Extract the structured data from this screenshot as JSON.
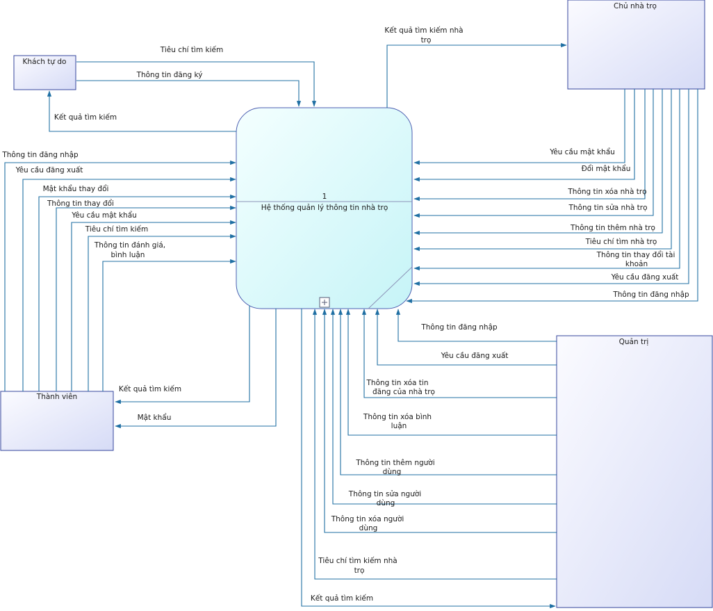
{
  "entities": {
    "khach": "Khách tự do",
    "chu": "Chủ nhà trọ",
    "thanhvien": "Thành viên",
    "quantri": "Quản trị"
  },
  "process": {
    "number": "1",
    "name": "Hệ thống quản lý thông tin nhà trọ"
  },
  "flows": {
    "khach_tieuchi": "Tiêu chí tìm kiếm",
    "khach_dangky": "Thông tin đăng ký",
    "khach_ketqua": "Kết quả tìm kiếm",
    "chu_ketqua_1": "Kết quả tìm kiếm nhà",
    "chu_ketqua_2": "trọ",
    "chu_yeucaumk": "Yêu cầu mật khẩu",
    "chu_doimk": "Đổi mật khẩu",
    "chu_xoa": "Thông tin xóa nhà trọ",
    "chu_sua": "Thông tin sửa nhà trọ",
    "chu_them": "Thông tin thêm nhà trọ",
    "chu_tieuchi": "Tiêu chí tìm nhà trọ",
    "chu_thaydoi_1": "Thông tin thay đổi tài",
    "chu_thaydoi_2": "khoản",
    "chu_dangxuat": "Yêu cầu đăng xuất",
    "chu_dangnhap": "Thông tin đăng nhập",
    "tv_dangnhap": "Thông tin đăng nhập",
    "tv_dangxuat": "Yêu cầu đăng xuất",
    "tv_mkthaydoi": "Mật khẩu thay đổi",
    "tv_ttthaydoi": "Thông tin thay đổi",
    "tv_yeucaumk": "Yêu cầu mật khẩu",
    "tv_tieuchi": "Tiêu chí tìm kiếm",
    "tv_danhgia_1": "Thông tin đánh giá,",
    "tv_danhgia_2": "bình luận",
    "tv_ketqua": "Kết quả tìm kiếm",
    "tv_matkhau": "Mật khẩu",
    "qt_dangnhap": "Thông tin đăng nhập",
    "qt_dangxuat": "Yêu cầu đăng xuất",
    "qt_xoatin_1": "Thông tin xóa tin",
    "qt_xoatin_2": "đăng của nhà trọ",
    "qt_xoabl_1": "Thông tin xóa bình",
    "qt_xoabl_2": "luận",
    "qt_themnd_1": "Thông tin thêm người",
    "qt_themnd_2": "dùng",
    "qt_suand_1": "Thông tin sửa người",
    "qt_suand_2": "dùng",
    "qt_xoand_1": "Thông tin xóa người",
    "qt_xoand_2": "dùng",
    "qt_tieuchi_1": "Tiêu chí tìm kiếm nhà",
    "qt_tieuchi_2": "trọ",
    "qt_ketqua": "Kết quả tìm kiếm"
  },
  "colors": {
    "line": "#1f6fa3",
    "entity_fill_start": "#f6f7ff",
    "entity_fill_end": "#d9dcf5",
    "process_fill_start": "#f2ffff",
    "process_fill_end": "#c7f6f8"
  }
}
